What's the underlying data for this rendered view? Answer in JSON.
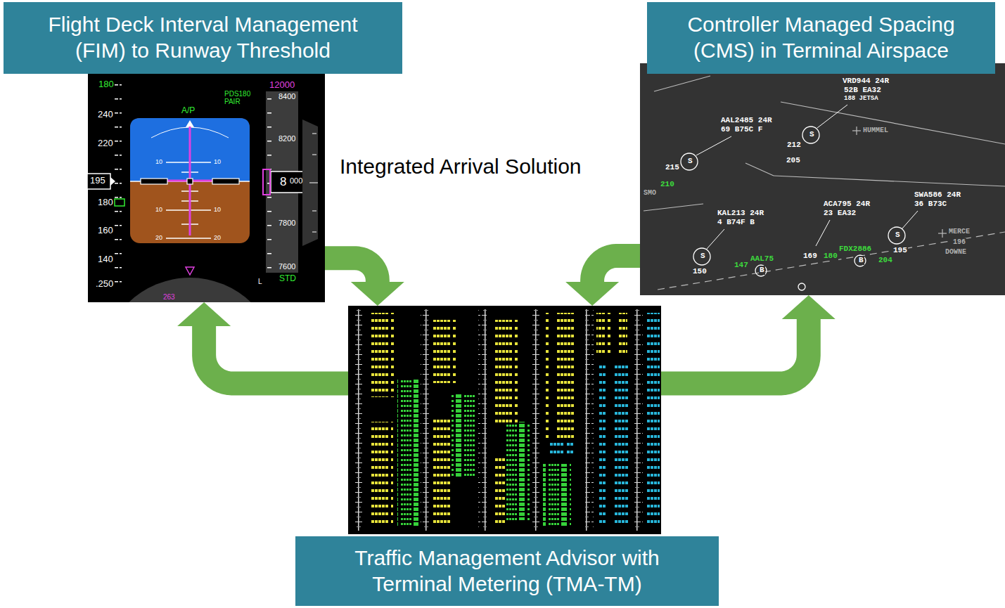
{
  "diagram": {
    "nodes": [
      {
        "text": [
          "Flight Deck Interval Management (FIM) to Runway Threshold"
        ]
      },
      {
        "text": [
          "Controller Managed Spacing (CMS) in Terminal Airspace"
        ]
      },
      {
        "text": [
          "Traffic Management Advisor with Terminal Metering (TMA-TM)"
        ]
      }
    ],
    "edges": [
      {
        "from": 0,
        "to": 2,
        "arrow": "to"
      },
      {
        "from": 2,
        "to": 0,
        "arrow": "to"
      },
      {
        "from": 1,
        "to": 2,
        "arrow": "to"
      },
      {
        "from": 2,
        "to": 1,
        "arrow": "to"
      }
    ],
    "labels": [
      "Integrated Arrival Solution",
      "180",
      "240",
      "220",
      "195",
      "180",
      "160",
      "140",
      ".250",
      "A/P",
      "PDS180",
      "PAIR",
      "12000",
      "8400",
      "8200",
      "8",
      "000",
      "7800",
      "7600",
      "STD",
      "L",
      "10",
      "10",
      "10",
      "10",
      "20",
      "20",
      "263",
      "VRD944 24R",
      "52B EA32",
      "188 JETSA",
      "AAL2485 24R",
      "69 B75C F",
      "212",
      "205",
      "215",
      "210",
      "HUMMEL",
      "SMO",
      "KAL213 24R",
      "4 B74F B",
      "ACA795 24R",
      "23 EA32",
      "SWA586 24R",
      "36 B73C",
      "150",
      "147",
      "AAL75",
      "169",
      "180",
      "FDX2886",
      "204",
      "195",
      "MERCE",
      "196",
      "DOWNE",
      "S",
      "S",
      "S",
      "S",
      "B",
      "B"
    ]
  }
}
